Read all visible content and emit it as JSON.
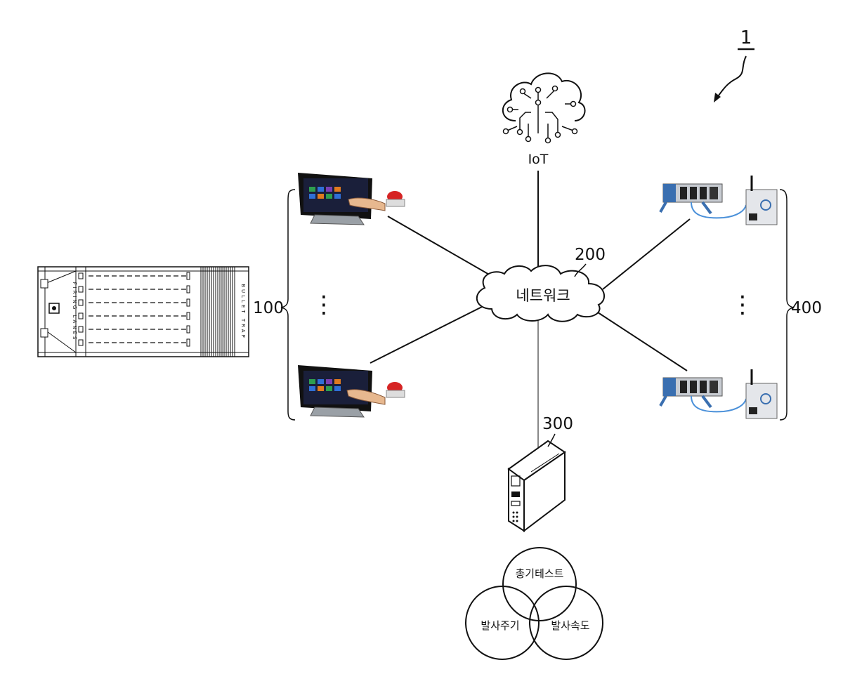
{
  "figure_ref": "1",
  "iot": {
    "label": "IoT"
  },
  "network": {
    "label": "네트워크",
    "ref": "200"
  },
  "terminals": {
    "ref": "100",
    "dots": "⋮"
  },
  "server": {
    "ref": "300"
  },
  "devices": {
    "ref": "400",
    "dots": "⋮"
  },
  "range": {
    "side_text": "FIRING LANES",
    "trap_text": "BULLET TRAP"
  },
  "venn": {
    "top": "총기테스트",
    "left": "발사주기",
    "right": "발사속도"
  },
  "colors": {
    "screen": "#1a1f3a",
    "tile_green": "#2e9e4f",
    "tile_blue": "#2f6fd6",
    "tile_purple": "#7a3fb3",
    "tile_orange": "#e07a1f",
    "button_red": "#d62424",
    "device_blue": "#3a6fb0",
    "cable_blue": "#4a90d9"
  }
}
